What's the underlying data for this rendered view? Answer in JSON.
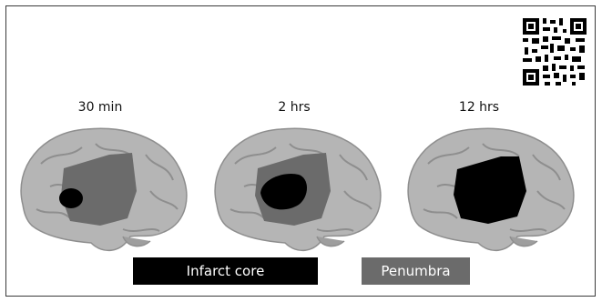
{
  "stages": [
    {
      "label": "30 min",
      "penumbra": true,
      "core_size": "small"
    },
    {
      "label": "2 hrs",
      "penumbra": true,
      "core_size": "medium"
    },
    {
      "label": "12 hrs",
      "penumbra": false,
      "core_size": "large"
    }
  ],
  "legend": {
    "core_label": "Infarct core",
    "penumbra_label": "Penumbra",
    "core_color": "#000000",
    "penumbra_color": "#6b6b6b"
  },
  "colors": {
    "brain": "#b5b5b5",
    "brain_shadow": "#8e8e8e",
    "border": "#3a3a3a"
  },
  "icons": {
    "qr": "qr-code-icon"
  }
}
